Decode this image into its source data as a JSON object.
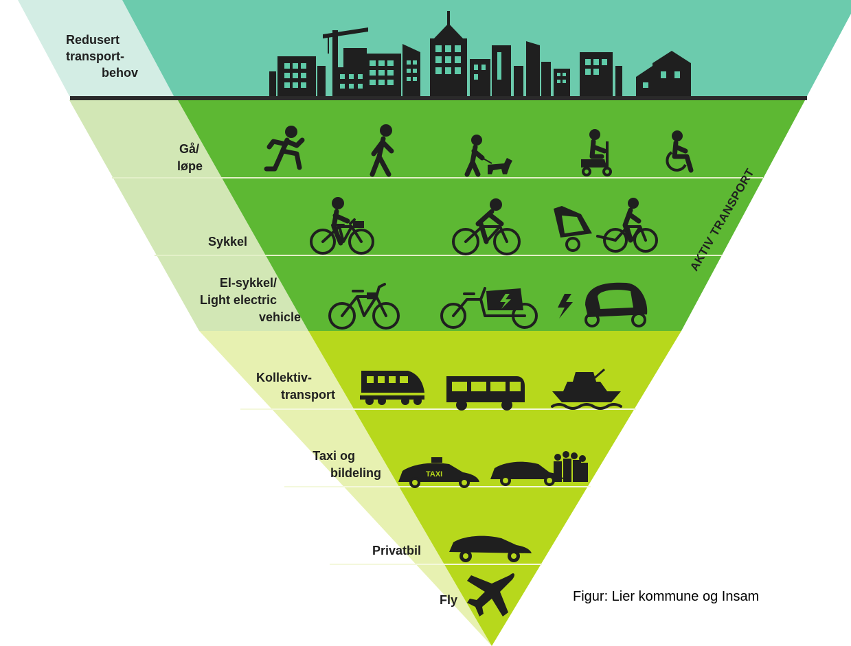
{
  "levels": {
    "reduced": {
      "line1": "Redusert",
      "line2": "transport-",
      "line3": "behov"
    },
    "walk": {
      "line1": "Gå/",
      "line2": "løpe"
    },
    "bike": {
      "line1": "Sykkel"
    },
    "ebike": {
      "line1": "El-sykkel/",
      "line2": "Light electric",
      "line3": "vehicle"
    },
    "public": {
      "line1": "Kollektiv-",
      "line2": "transport"
    },
    "taxi": {
      "line1": "Taxi og",
      "line2": "bildeling"
    },
    "car": {
      "line1": "Privatbil"
    },
    "fly": {
      "line1": "Fly"
    }
  },
  "side_label": "AKTIV TRANSPORT",
  "taxi_sign": "TAXI",
  "caption": "Figur: Lier kommune og Insam",
  "colors": {
    "teal": "#6ccbad",
    "teal_light": "#d3ede4",
    "green": "#5db833",
    "green_light": "#cfe6b0",
    "lime": "#b7d81c",
    "lime_light": "#e6f1ae",
    "ink": "#1f1f1f"
  }
}
